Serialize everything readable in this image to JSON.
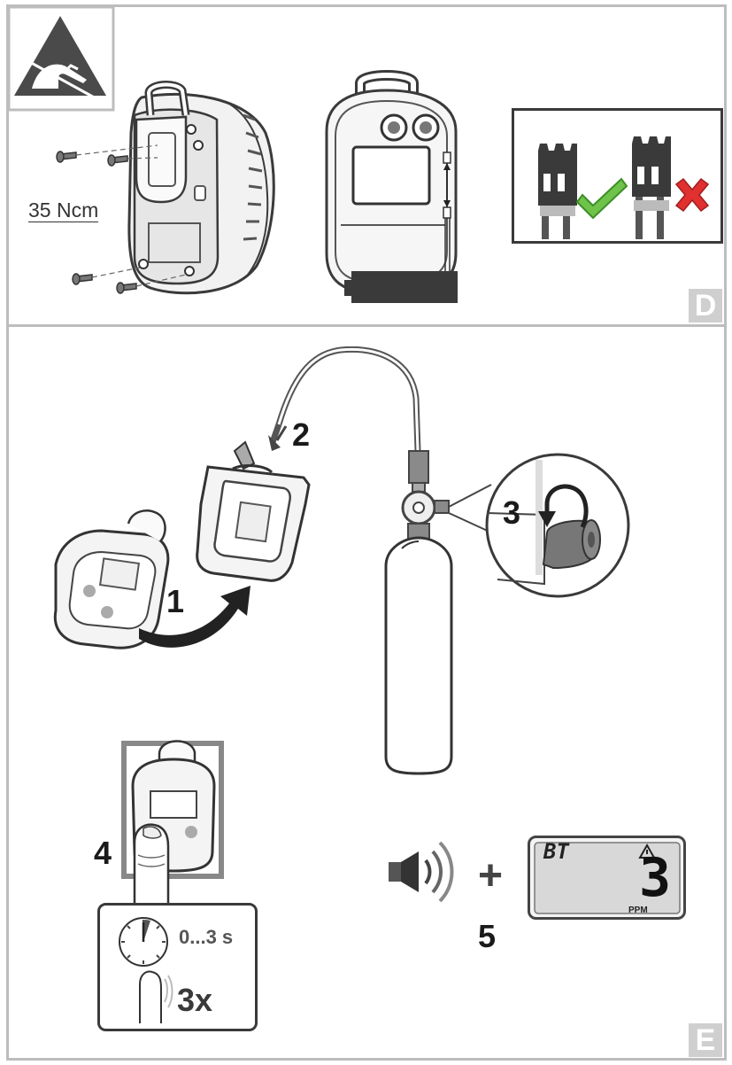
{
  "panel_d": {
    "letter": "D",
    "torque_label": "35 Ncm",
    "icons": [
      "esd-warning-icon",
      "checkmark-icon",
      "cross-icon"
    ]
  },
  "panel_e": {
    "letter": "E",
    "steps": [
      "1",
      "2",
      "3",
      "4",
      "5"
    ],
    "timing": {
      "duration": "0...3 s",
      "repeat": "3x"
    },
    "display": {
      "mode": "BT",
      "value": "3",
      "unit": "PPM"
    },
    "plus_sign": "+",
    "icons": [
      "speaker-icon",
      "warning-triangle-icon",
      "stopwatch-icon",
      "finger-press-icon",
      "rotate-arrow-icon"
    ]
  }
}
